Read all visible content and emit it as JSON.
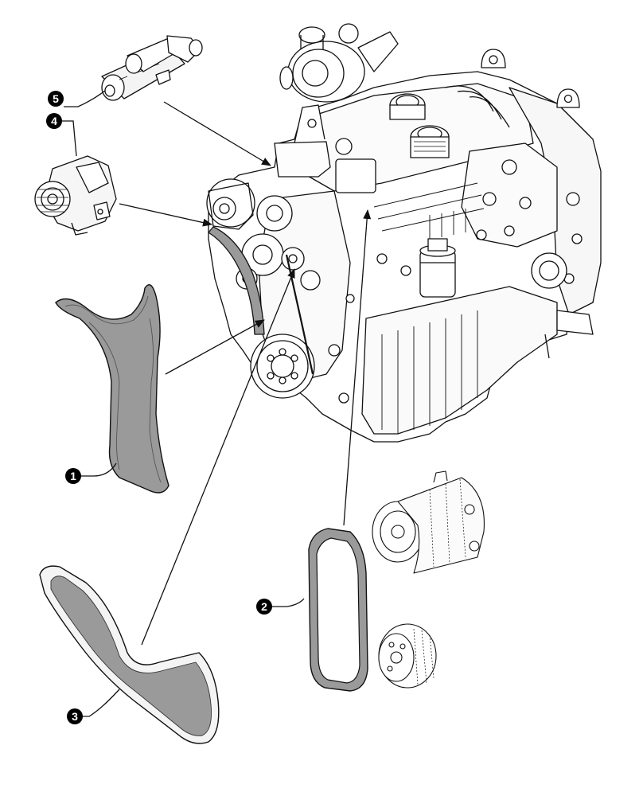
{
  "callouts": [
    {
      "id": "1",
      "label": "1",
      "part": "belt"
    },
    {
      "id": "2",
      "label": "2",
      "part": "belt"
    },
    {
      "id": "3",
      "label": "3",
      "part": "belt"
    },
    {
      "id": "4",
      "label": "4",
      "part": "alternator"
    },
    {
      "id": "5",
      "label": "5",
      "part": "starter-motor"
    }
  ],
  "colors": {
    "line": "#111111",
    "belt_fill": "#9a9a9a",
    "belt_rib": "#555555",
    "light_fill": "#f4f4f4",
    "callout_bg": "#000000",
    "callout_text": "#ffffff"
  }
}
